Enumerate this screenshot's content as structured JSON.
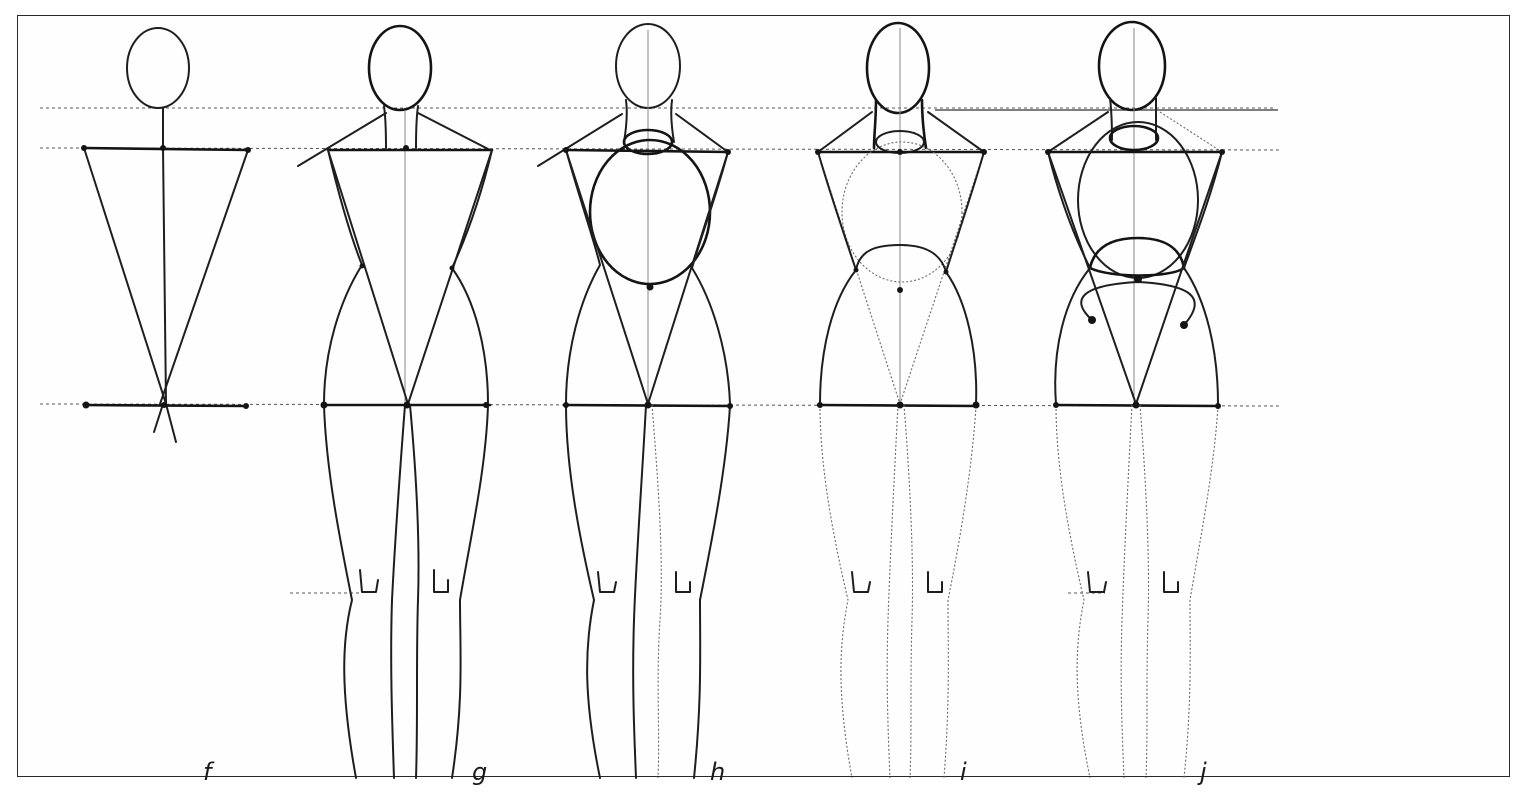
{
  "figures": [
    {
      "id": "f",
      "label": "f"
    },
    {
      "id": "g",
      "label": "g"
    },
    {
      "id": "h",
      "label": "h"
    },
    {
      "id": "i",
      "label": "i"
    },
    {
      "id": "j",
      "label": "j"
    }
  ]
}
